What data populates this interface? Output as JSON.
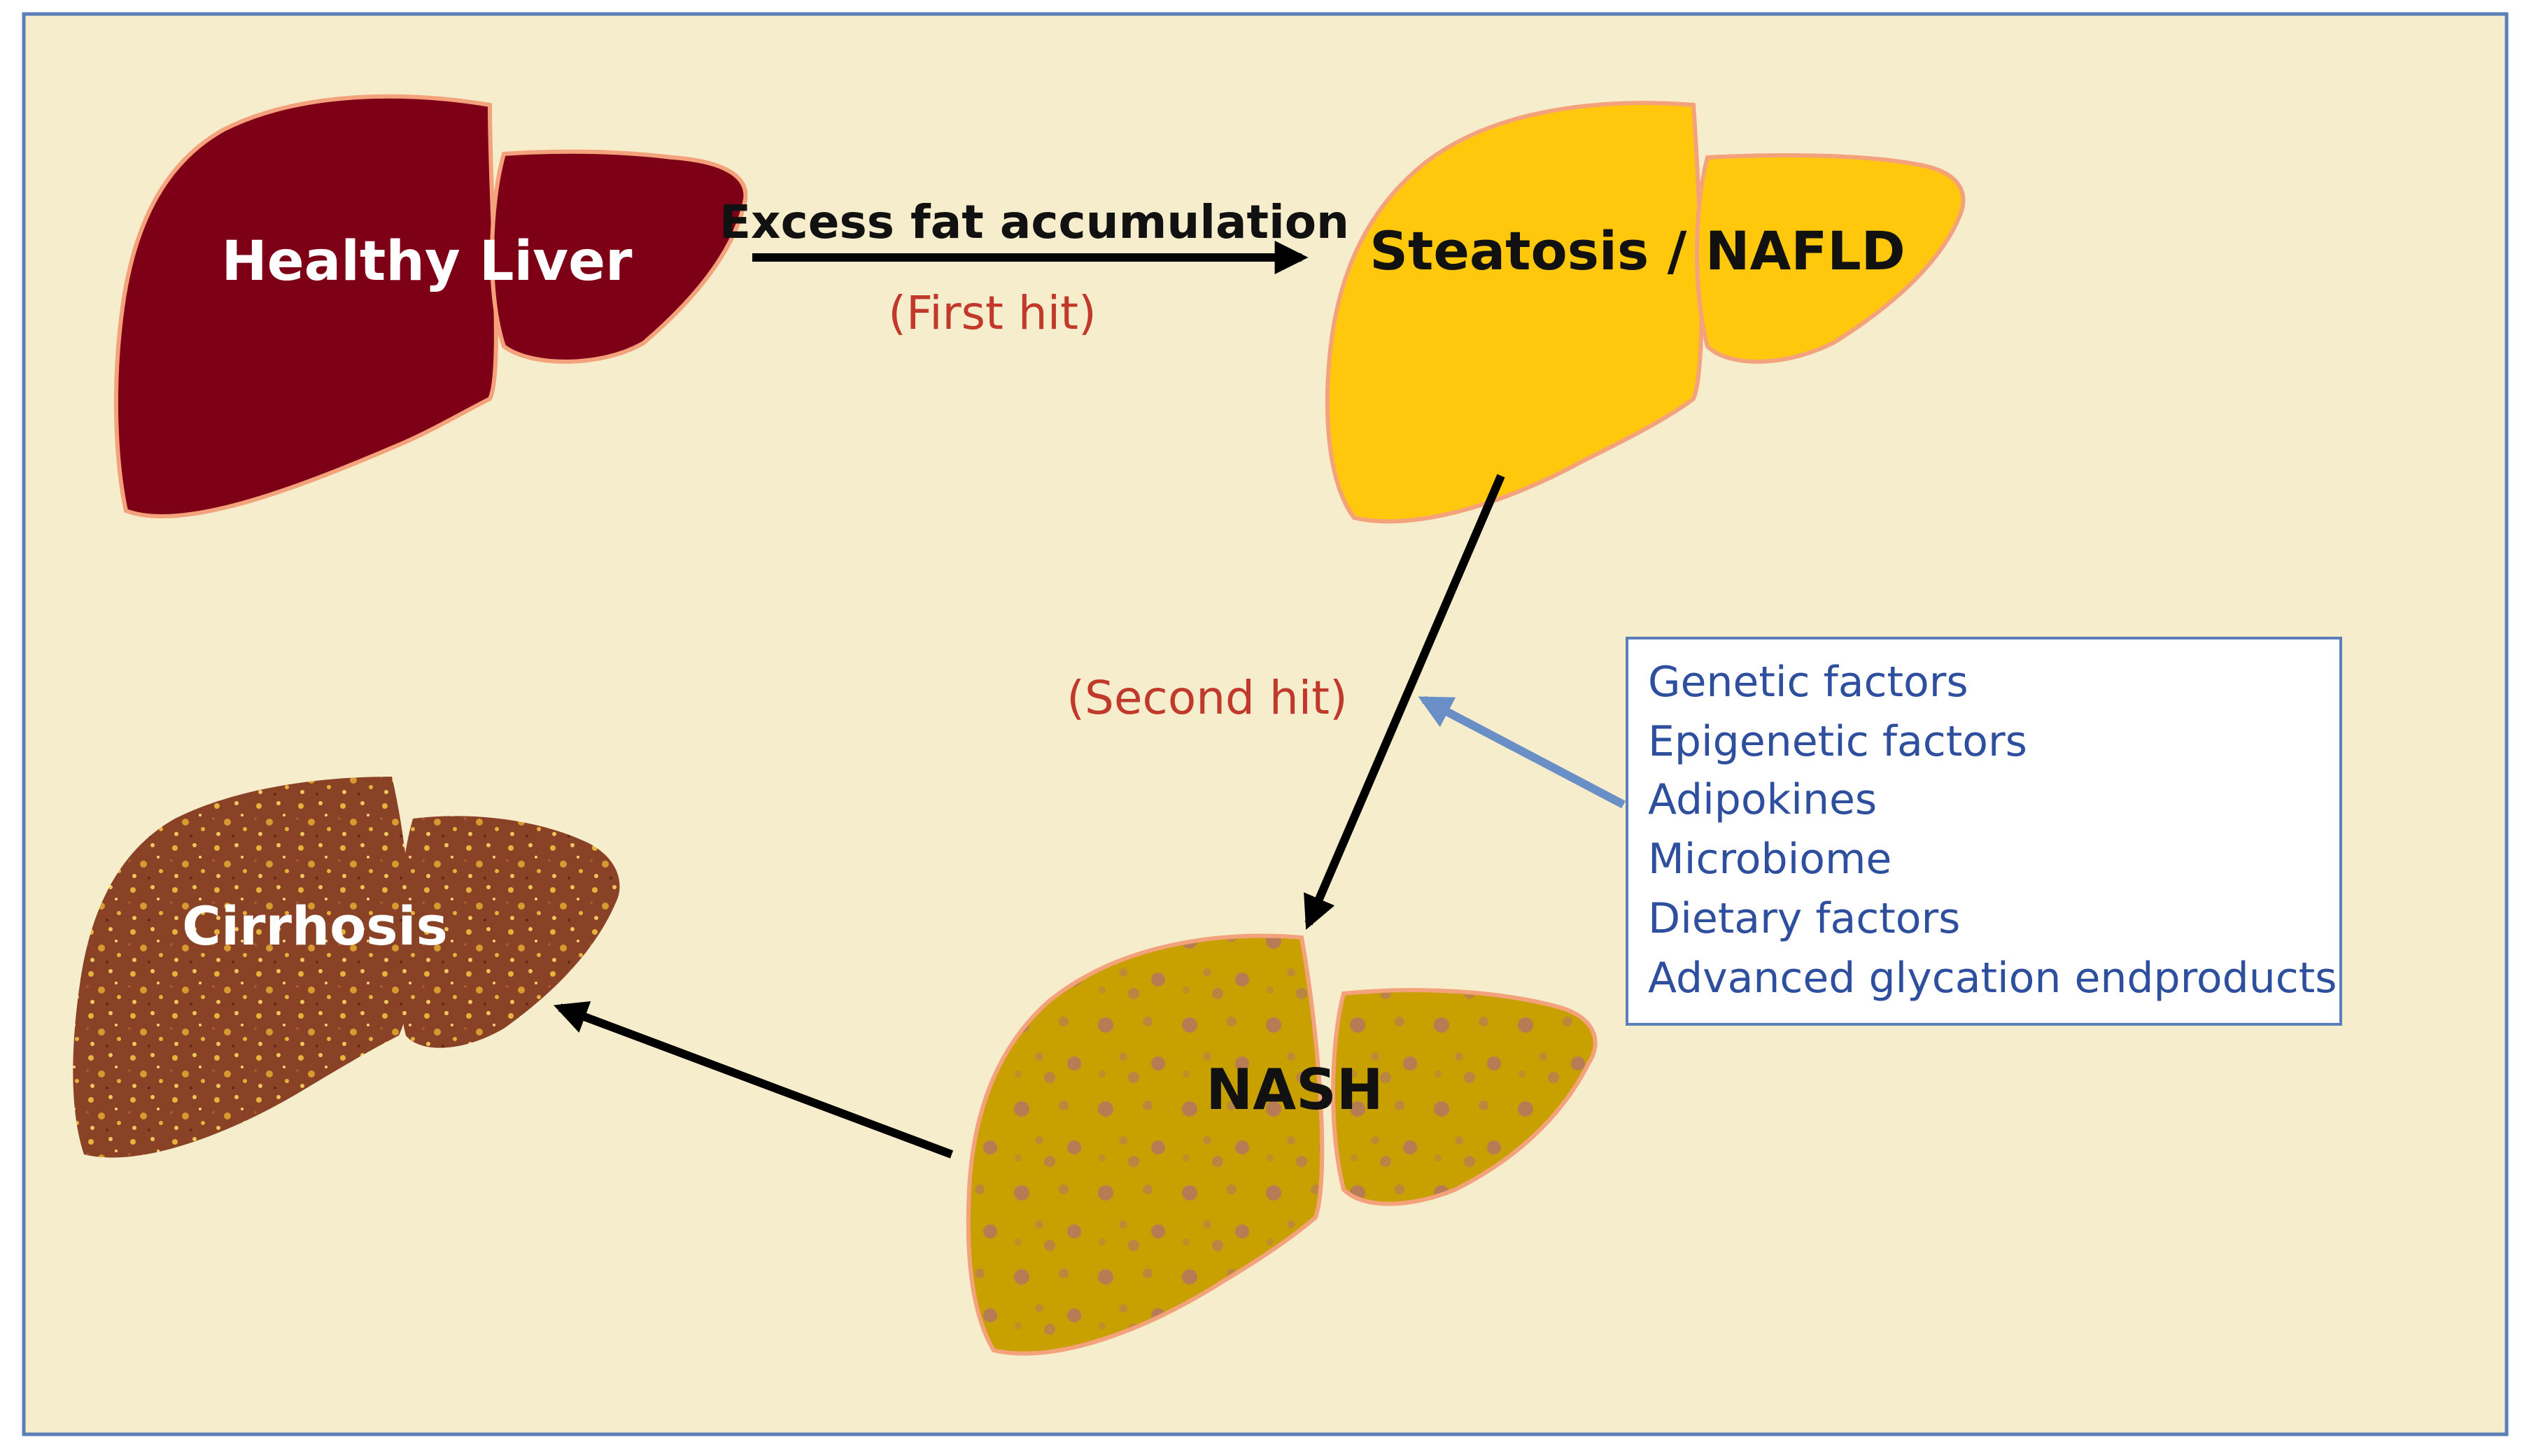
{
  "colors": {
    "background": "#F5EDCC",
    "frame": "#5B7FB8",
    "healthy_liver": "#7E0016",
    "steatosis_liver": "#FFC80C",
    "nash_liver": "#C8A000",
    "nash_spots": "#B67D54",
    "cirrhosis_liver": "#8A4226",
    "cirrhosis_spots": "#E8B13C",
    "liver_outline": "#F4A27C",
    "hit_text": "#C0392B",
    "factor_text": "#2E4E9E",
    "factor_arrow": "#6A8FC7",
    "arrow": "#000000"
  },
  "stages": {
    "healthy": {
      "label": "Healthy Liver"
    },
    "steatosis": {
      "label": "Steatosis / NAFLD"
    },
    "nash": {
      "label": "NASH"
    },
    "cirrhosis": {
      "label": "Cirrhosis"
    }
  },
  "transitions": {
    "first": {
      "label": "Excess fat accumulation",
      "hit": "(First hit)"
    },
    "second": {
      "hit": "(Second hit)"
    }
  },
  "factors": {
    "items": [
      "Genetic factors",
      "Epigenetic factors",
      "Adipokines",
      "Microbiome",
      "Dietary factors",
      "Advanced glycation endproducts"
    ]
  }
}
